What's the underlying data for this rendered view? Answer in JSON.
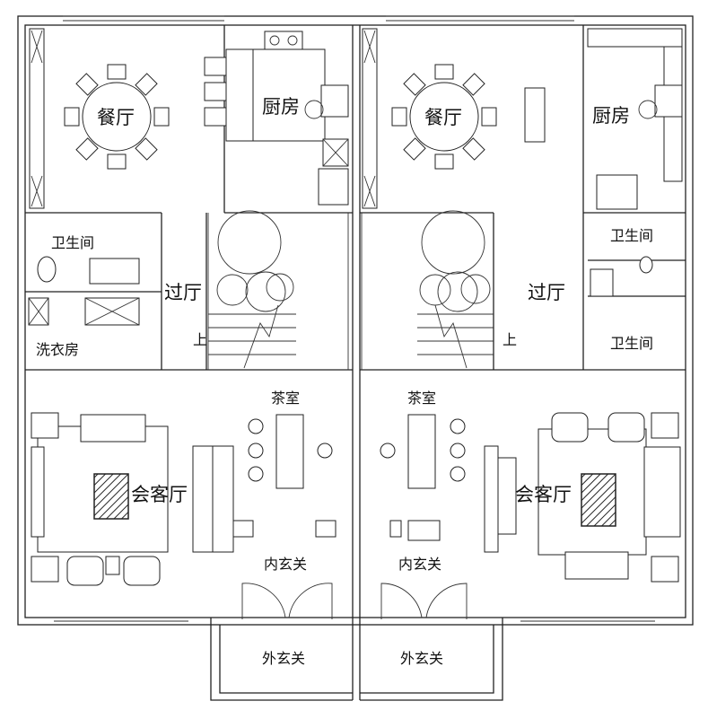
{
  "left": {
    "dining": "餐厅",
    "kitchen": "厨房",
    "bathroom": "卫生间",
    "laundry": "洗衣房",
    "hall": "过厅",
    "stairs_up": "上",
    "tea_room": "茶室",
    "living_room": "会客厅",
    "inner_foyer": "内玄关",
    "outer_foyer": "外玄关"
  },
  "right": {
    "dining": "餐厅",
    "kitchen": "厨房",
    "bathroom_1": "卫生间",
    "bathroom_2": "卫生间",
    "hall": "过厅",
    "stairs_up": "上",
    "tea_room": "茶室",
    "living_room": "会客厅",
    "inner_foyer": "内玄关",
    "outer_foyer": "外玄关"
  }
}
